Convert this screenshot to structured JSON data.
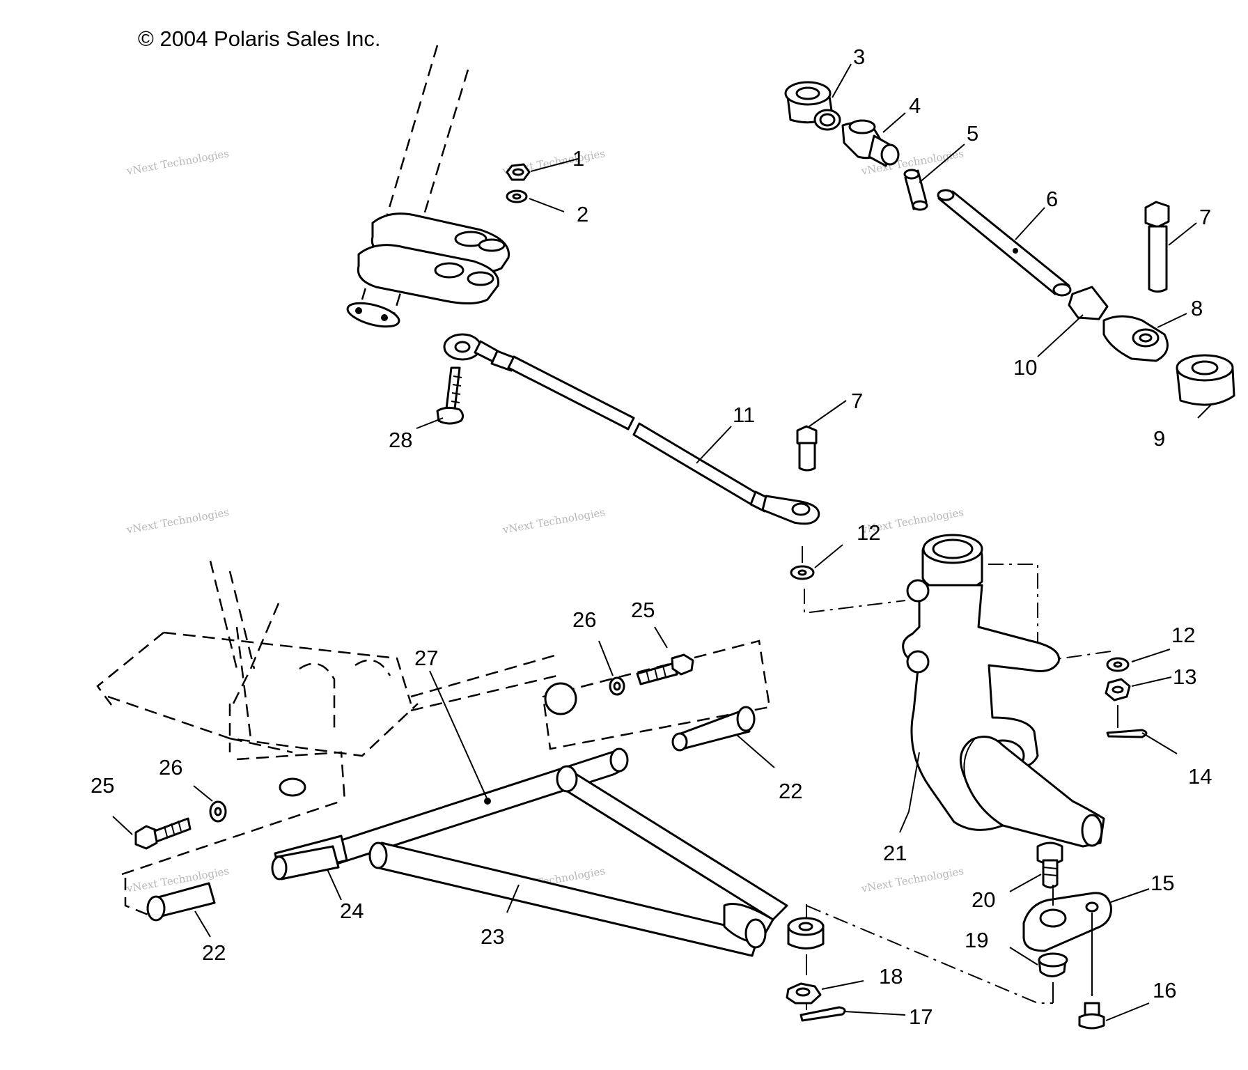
{
  "copyright": "© 2004 Polaris Sales Inc.",
  "watermark": {
    "line_small": "vNext Technologies",
    "line_large": "vNext\nTechnologies"
  },
  "callouts": [
    {
      "id": "c1",
      "text": "1"
    },
    {
      "id": "c2",
      "text": "2"
    },
    {
      "id": "c3",
      "text": "3"
    },
    {
      "id": "c4",
      "text": "4"
    },
    {
      "id": "c5",
      "text": "5"
    },
    {
      "id": "c6",
      "text": "6"
    },
    {
      "id": "c7a",
      "text": "7"
    },
    {
      "id": "c7b",
      "text": "7"
    },
    {
      "id": "c8",
      "text": "8"
    },
    {
      "id": "c9",
      "text": "9"
    },
    {
      "id": "c10",
      "text": "10"
    },
    {
      "id": "c11",
      "text": "11"
    },
    {
      "id": "c12a",
      "text": "12"
    },
    {
      "id": "c12b",
      "text": "12"
    },
    {
      "id": "c13",
      "text": "13"
    },
    {
      "id": "c14",
      "text": "14"
    },
    {
      "id": "c15",
      "text": "15"
    },
    {
      "id": "c16",
      "text": "16"
    },
    {
      "id": "c17",
      "text": "17"
    },
    {
      "id": "c18",
      "text": "18"
    },
    {
      "id": "c19",
      "text": "19"
    },
    {
      "id": "c20",
      "text": "20"
    },
    {
      "id": "c21",
      "text": "21"
    },
    {
      "id": "c22a",
      "text": "22"
    },
    {
      "id": "c22b",
      "text": "22"
    },
    {
      "id": "c23",
      "text": "23"
    },
    {
      "id": "c24",
      "text": "24"
    },
    {
      "id": "c25a",
      "text": "25"
    },
    {
      "id": "c25b",
      "text": "25"
    },
    {
      "id": "c26a",
      "text": "26"
    },
    {
      "id": "c26b",
      "text": "26"
    },
    {
      "id": "c27",
      "text": "27"
    },
    {
      "id": "c28",
      "text": "28"
    }
  ],
  "colors": {
    "ink": "#000000",
    "paper": "#ffffff",
    "watermark": "#b8b8b8"
  }
}
